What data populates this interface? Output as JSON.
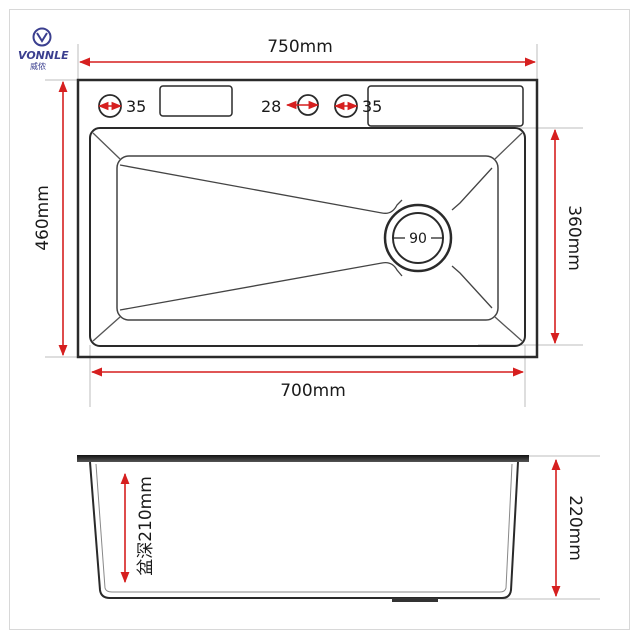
{
  "brand": {
    "name": "VONNLE",
    "subtitle": "威侬"
  },
  "dimensions": {
    "total_width": "750mm",
    "total_depth": "460mm",
    "inner_width": "700mm",
    "inner_depth": "360mm",
    "basin_depth": "盆深210mm",
    "total_height": "220mm"
  },
  "holes": {
    "hole_left": "35",
    "hole_middle": "28",
    "hole_right": "35",
    "drain": "90"
  },
  "colors": {
    "dimension_line": "#d61f1f",
    "sink_outline": "#2a2a2a",
    "logo": "#3b3f8f"
  }
}
